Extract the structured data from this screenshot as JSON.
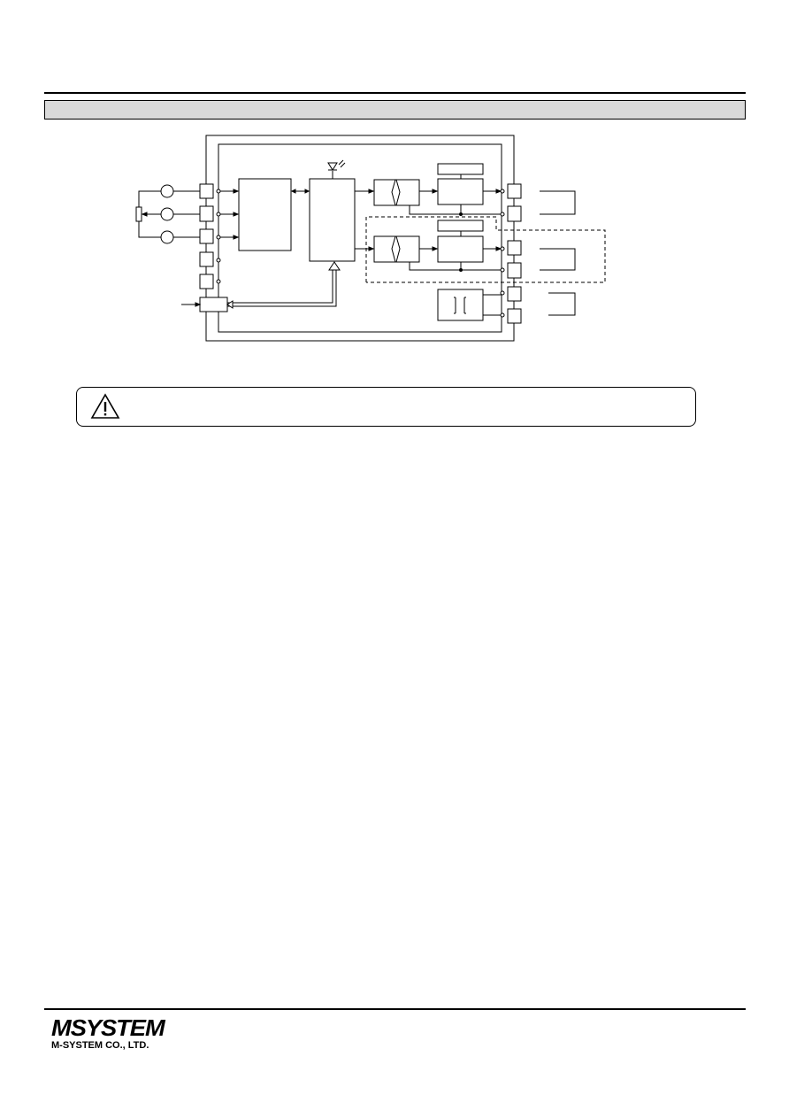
{
  "header": {
    "section_title": ""
  },
  "diagram": {
    "name": "block-diagram"
  },
  "warning": {
    "text": ""
  },
  "footer": {
    "logo_text": "MSYSTEM",
    "company_name": "M-SYSTEM CO., LTD."
  }
}
